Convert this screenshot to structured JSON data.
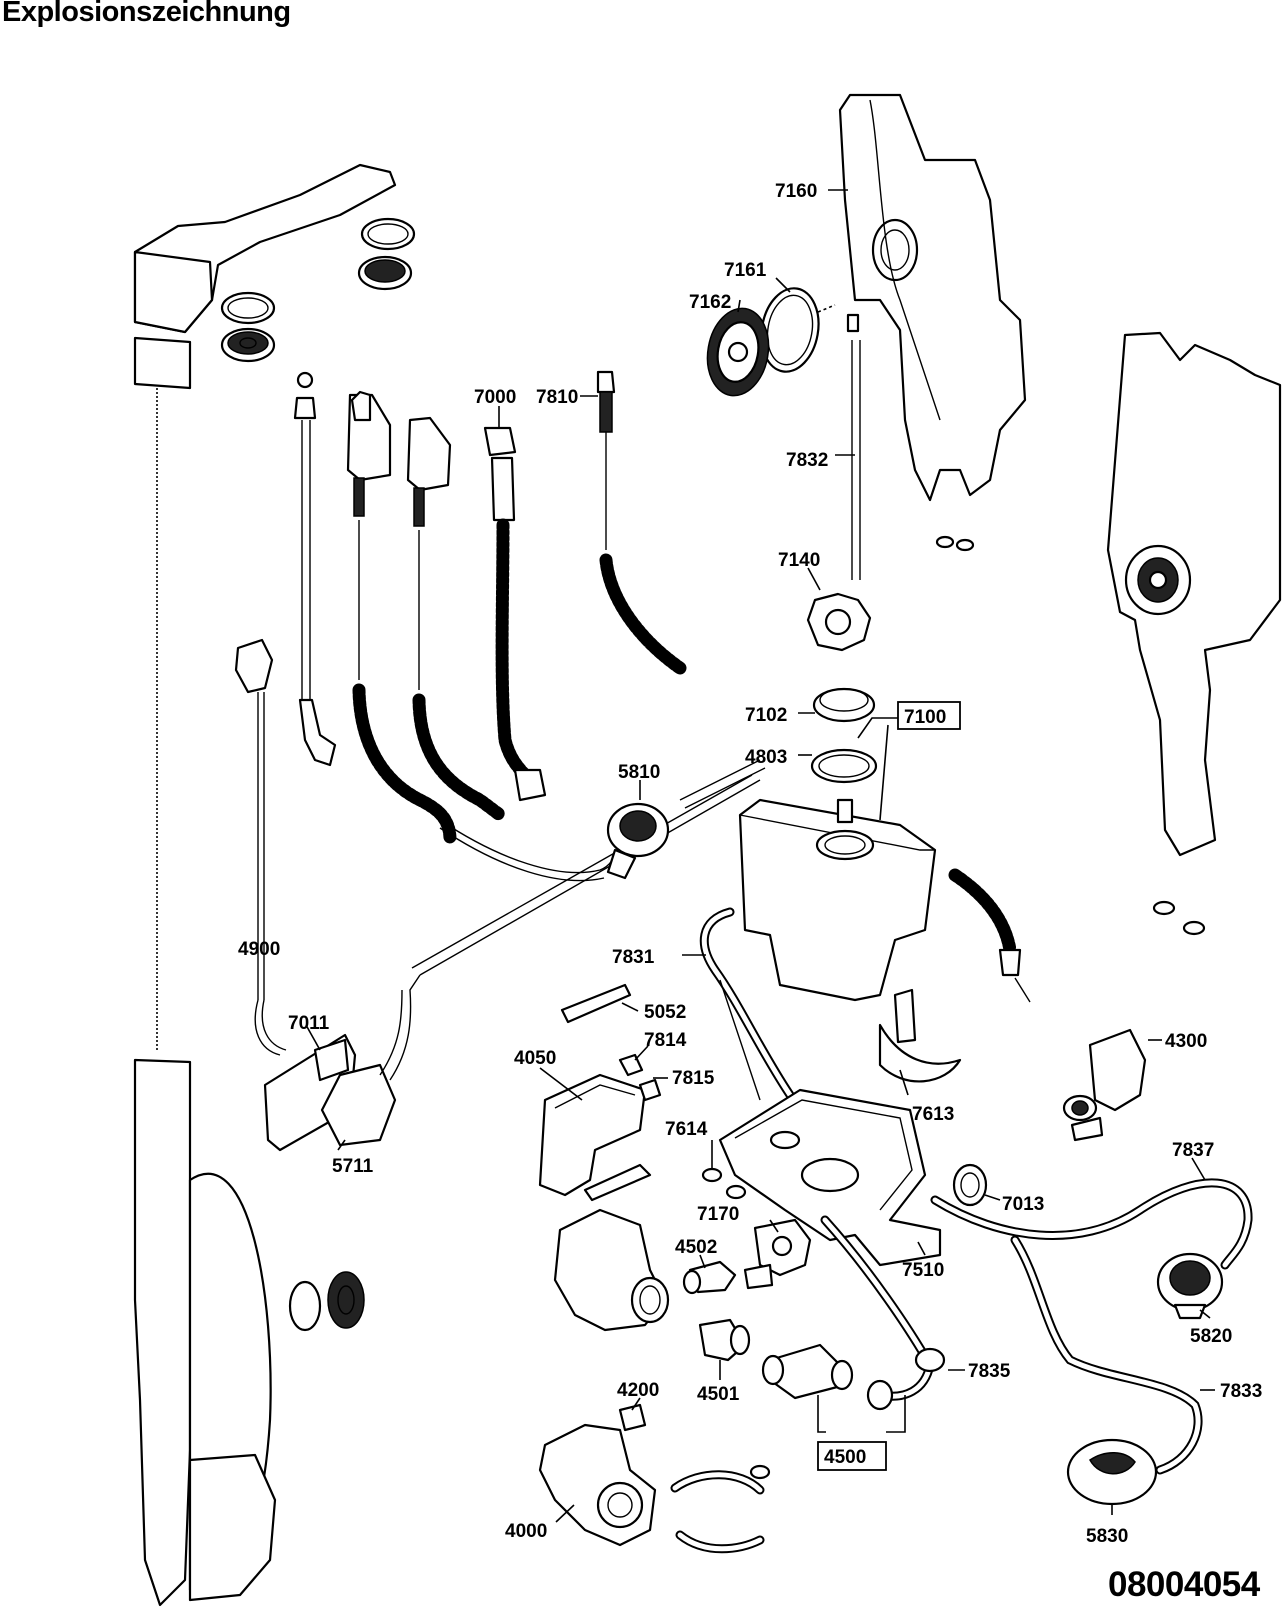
{
  "title": "Explosionszeichnung",
  "drawing_number": "08004054",
  "callouts": {
    "c7160": "7160",
    "c7161": "7161",
    "c7162": "7162",
    "c7000": "7000",
    "c7810": "7810",
    "c7832": "7832",
    "c7140": "7140",
    "c7102": "7102",
    "c7100": "7100",
    "c4803": "4803",
    "c5810": "5810",
    "c4900": "4900",
    "c7831": "7831",
    "c5052": "5052",
    "c7011": "7011",
    "c7814": "7814",
    "c4050": "4050",
    "c7815": "7815",
    "c4300": "4300",
    "c7613": "7613",
    "c7614": "7614",
    "c5711": "5711",
    "c7837": "7837",
    "c7013": "7013",
    "c7170": "7170",
    "c4502": "4502",
    "c7510": "7510",
    "c5820": "5820",
    "c7835": "7835",
    "c4501": "4501",
    "c4200": "4200",
    "c7833": "7833",
    "c4500": "4500",
    "c4000": "4000",
    "c5830": "5830"
  }
}
